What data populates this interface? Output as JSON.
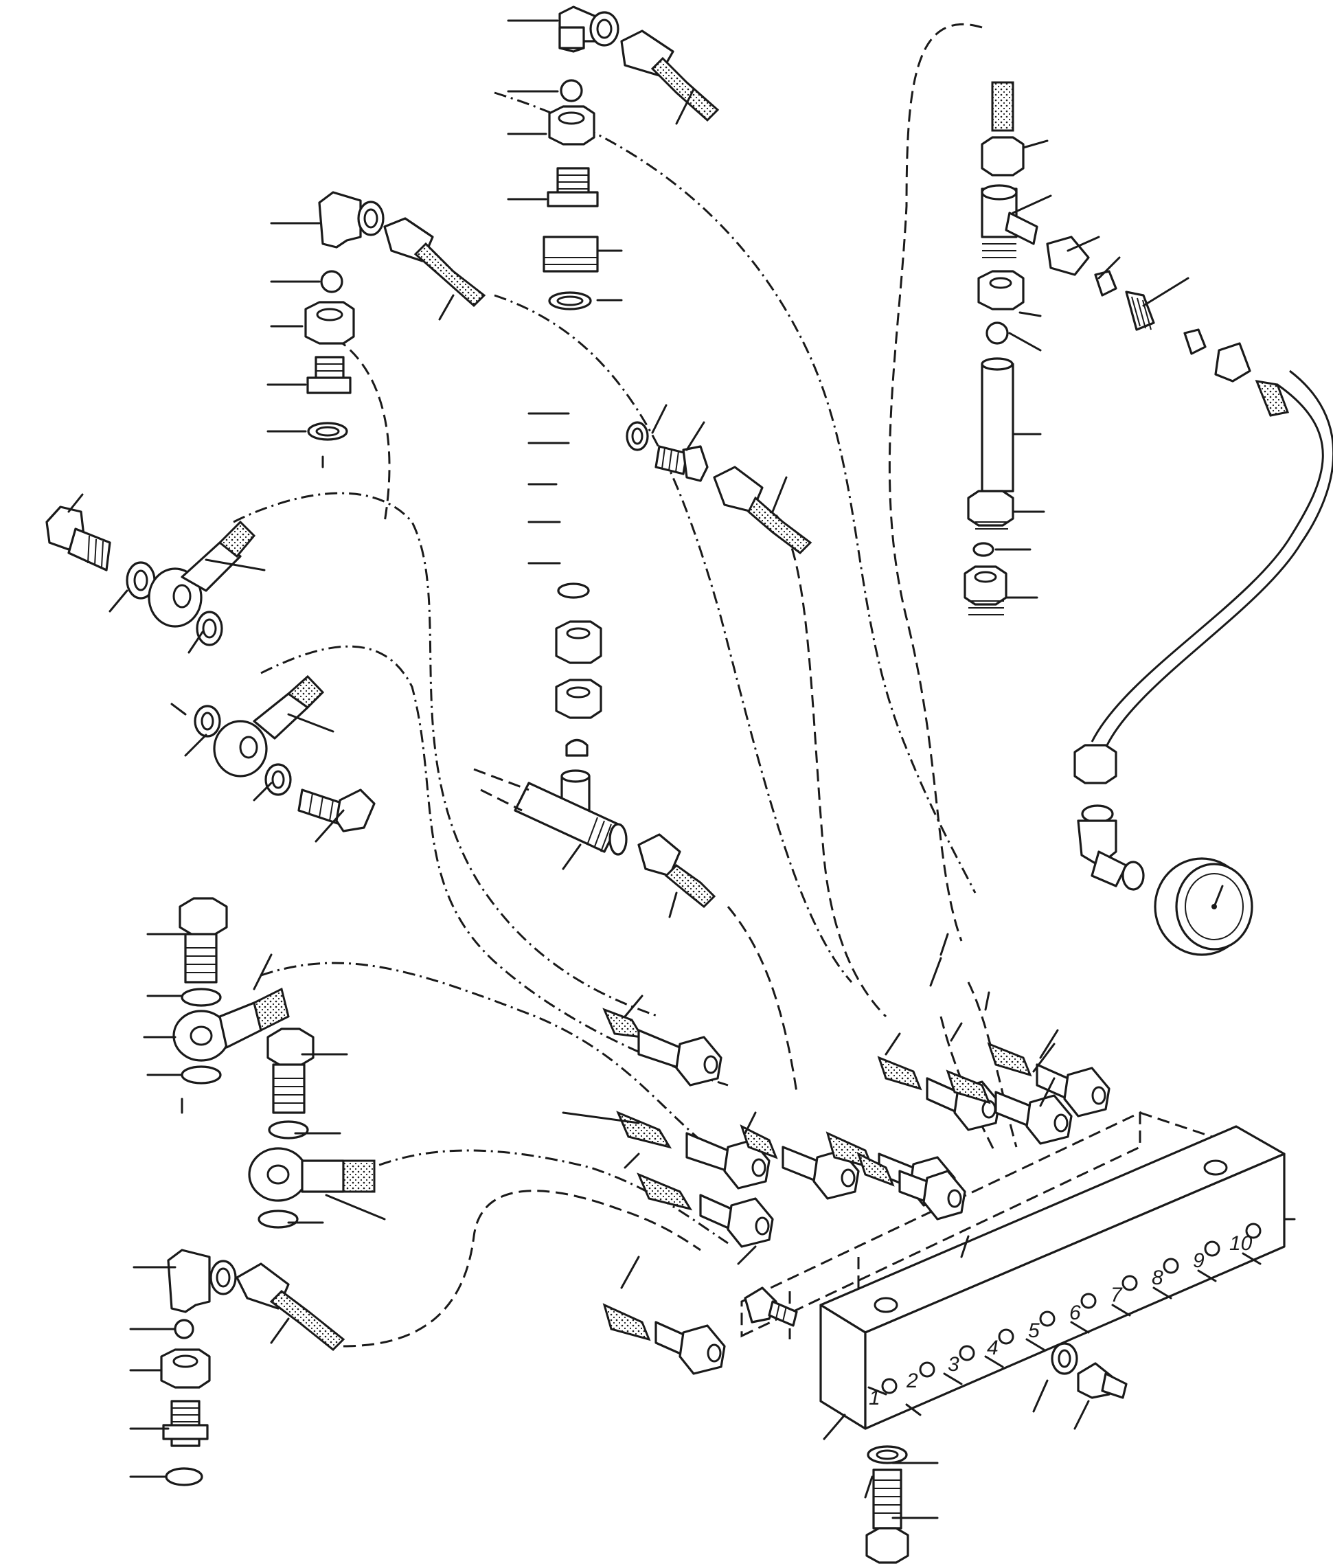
{
  "manifold": {
    "port_numbers": [
      "1",
      "2",
      "3",
      "4",
      "5",
      "6",
      "7",
      "8",
      "9",
      "10"
    ]
  }
}
